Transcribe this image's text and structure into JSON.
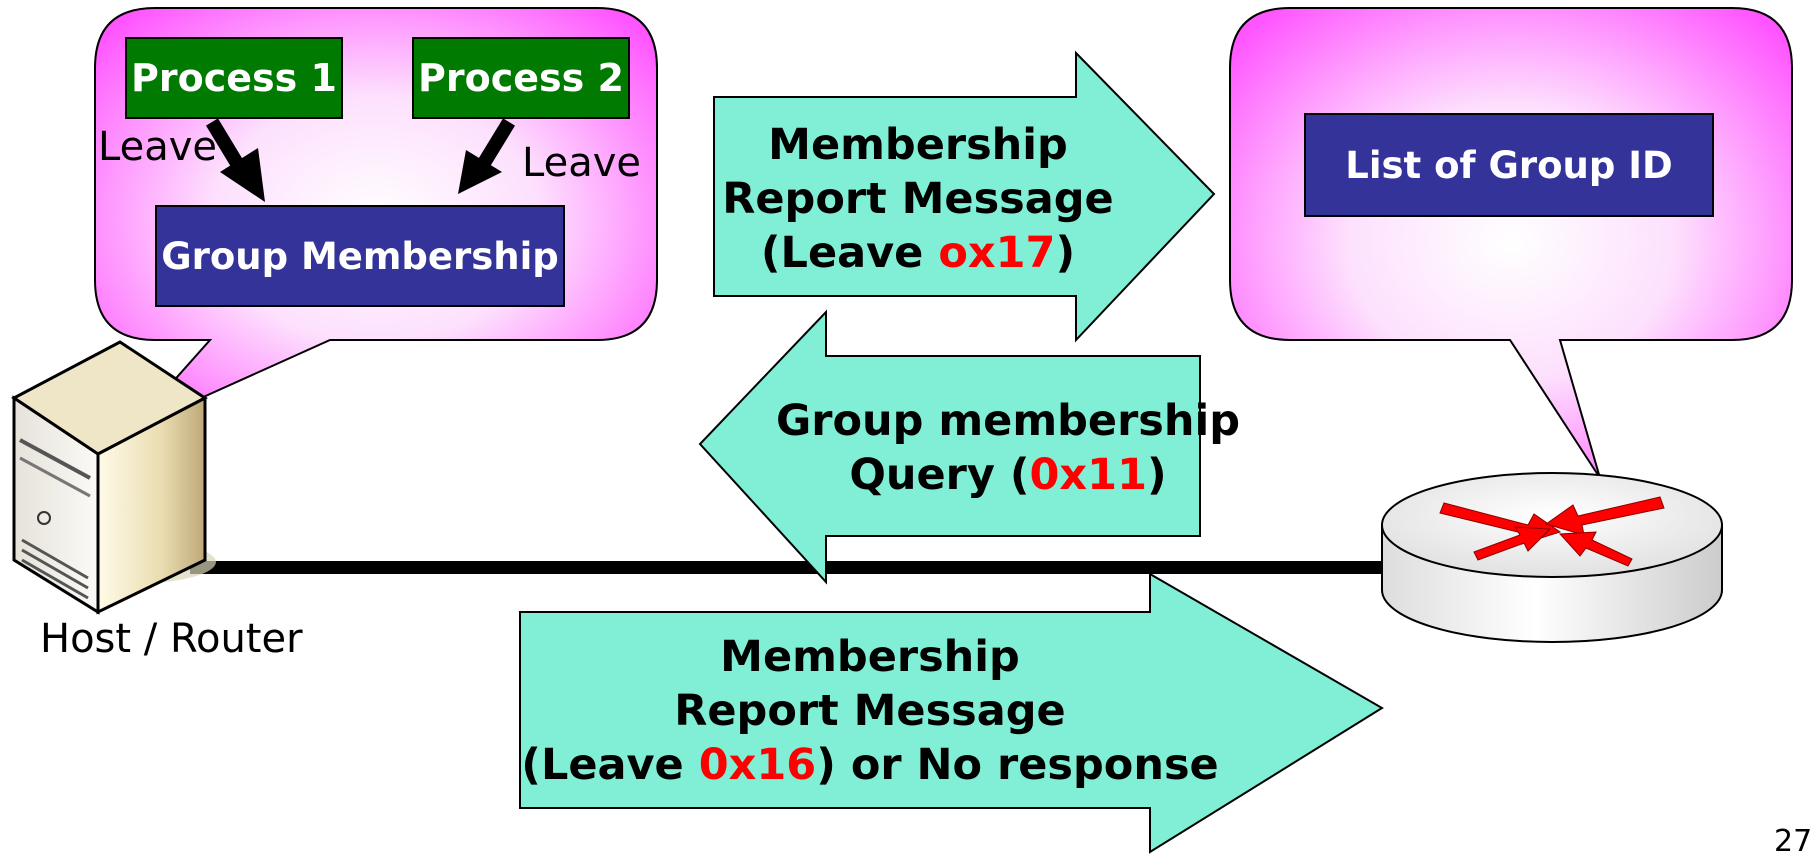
{
  "host": {
    "process1_label": "Process 1",
    "process2_label": "Process 2",
    "leave_left": "Leave",
    "leave_right": "Leave",
    "group_membership_label": "Group Membership",
    "device_label": "Host / Router"
  },
  "router": {
    "list_label": "List of Group ID"
  },
  "arrow_top": {
    "line1": "Membership",
    "line2": "Report Message",
    "line3_prefix": "(Leave ",
    "line3_code": "ox17",
    "line3_suffix": ")"
  },
  "arrow_middle": {
    "line1": "Group membership",
    "line2_prefix": "Query (",
    "line2_code": "0x11",
    "line2_suffix": ")"
  },
  "arrow_bottom": {
    "line1": "Membership",
    "line2": "Report Message",
    "line3_prefix": "(Leave ",
    "line3_code": "0x16",
    "line3_suffix": ") or No response"
  },
  "page_number": "27",
  "colors": {
    "callout_edge": "#ff55ff",
    "callout_center": "#ffffff",
    "process_box": "#007a00",
    "dark_box": "#333399",
    "arrow_fill": "#80efd6",
    "code_text": "#ff0000",
    "router_arrows": "#ff0000"
  }
}
